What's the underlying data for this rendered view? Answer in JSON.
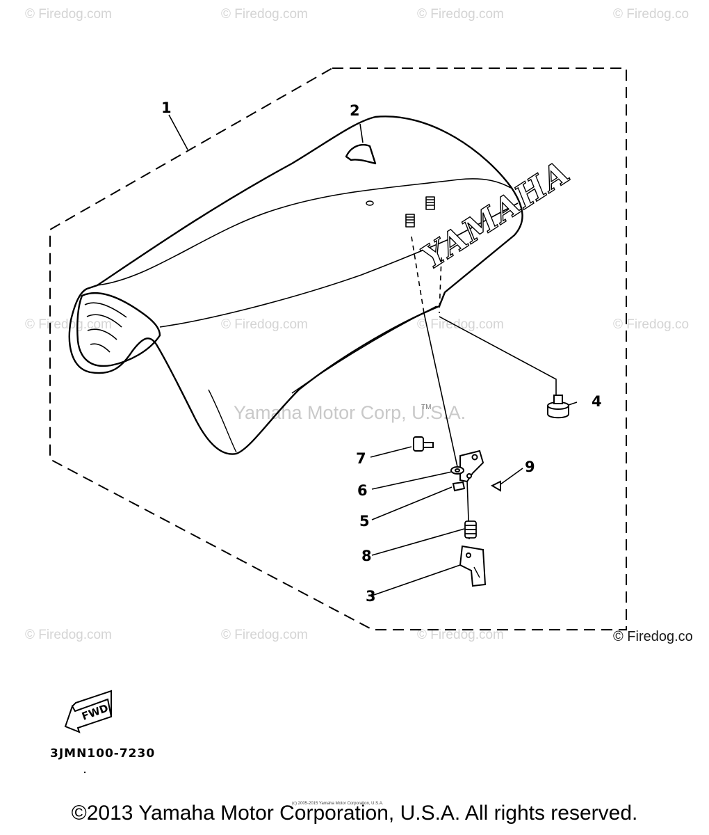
{
  "watermark": {
    "text": "© Firedog.com",
    "last_text": "© Firedog.co",
    "center_text": "Yamaha Motor Corp, U.S.A.",
    "tm": "TM"
  },
  "diagram": {
    "brand_on_seat": "YAMAHA",
    "fwd_label": "FWD",
    "callouts": [
      "1",
      "2",
      "3",
      "4",
      "5",
      "6",
      "7",
      "8",
      "9"
    ],
    "part_code": "3JMN100-7230"
  },
  "footer": {
    "small_notice": "(c) 2005-2015 Yamaha Motor Corporation, U.S.A.",
    "copyright": "©2013 Yamaha Motor Corporation, U.S.A. All rights reserved."
  }
}
